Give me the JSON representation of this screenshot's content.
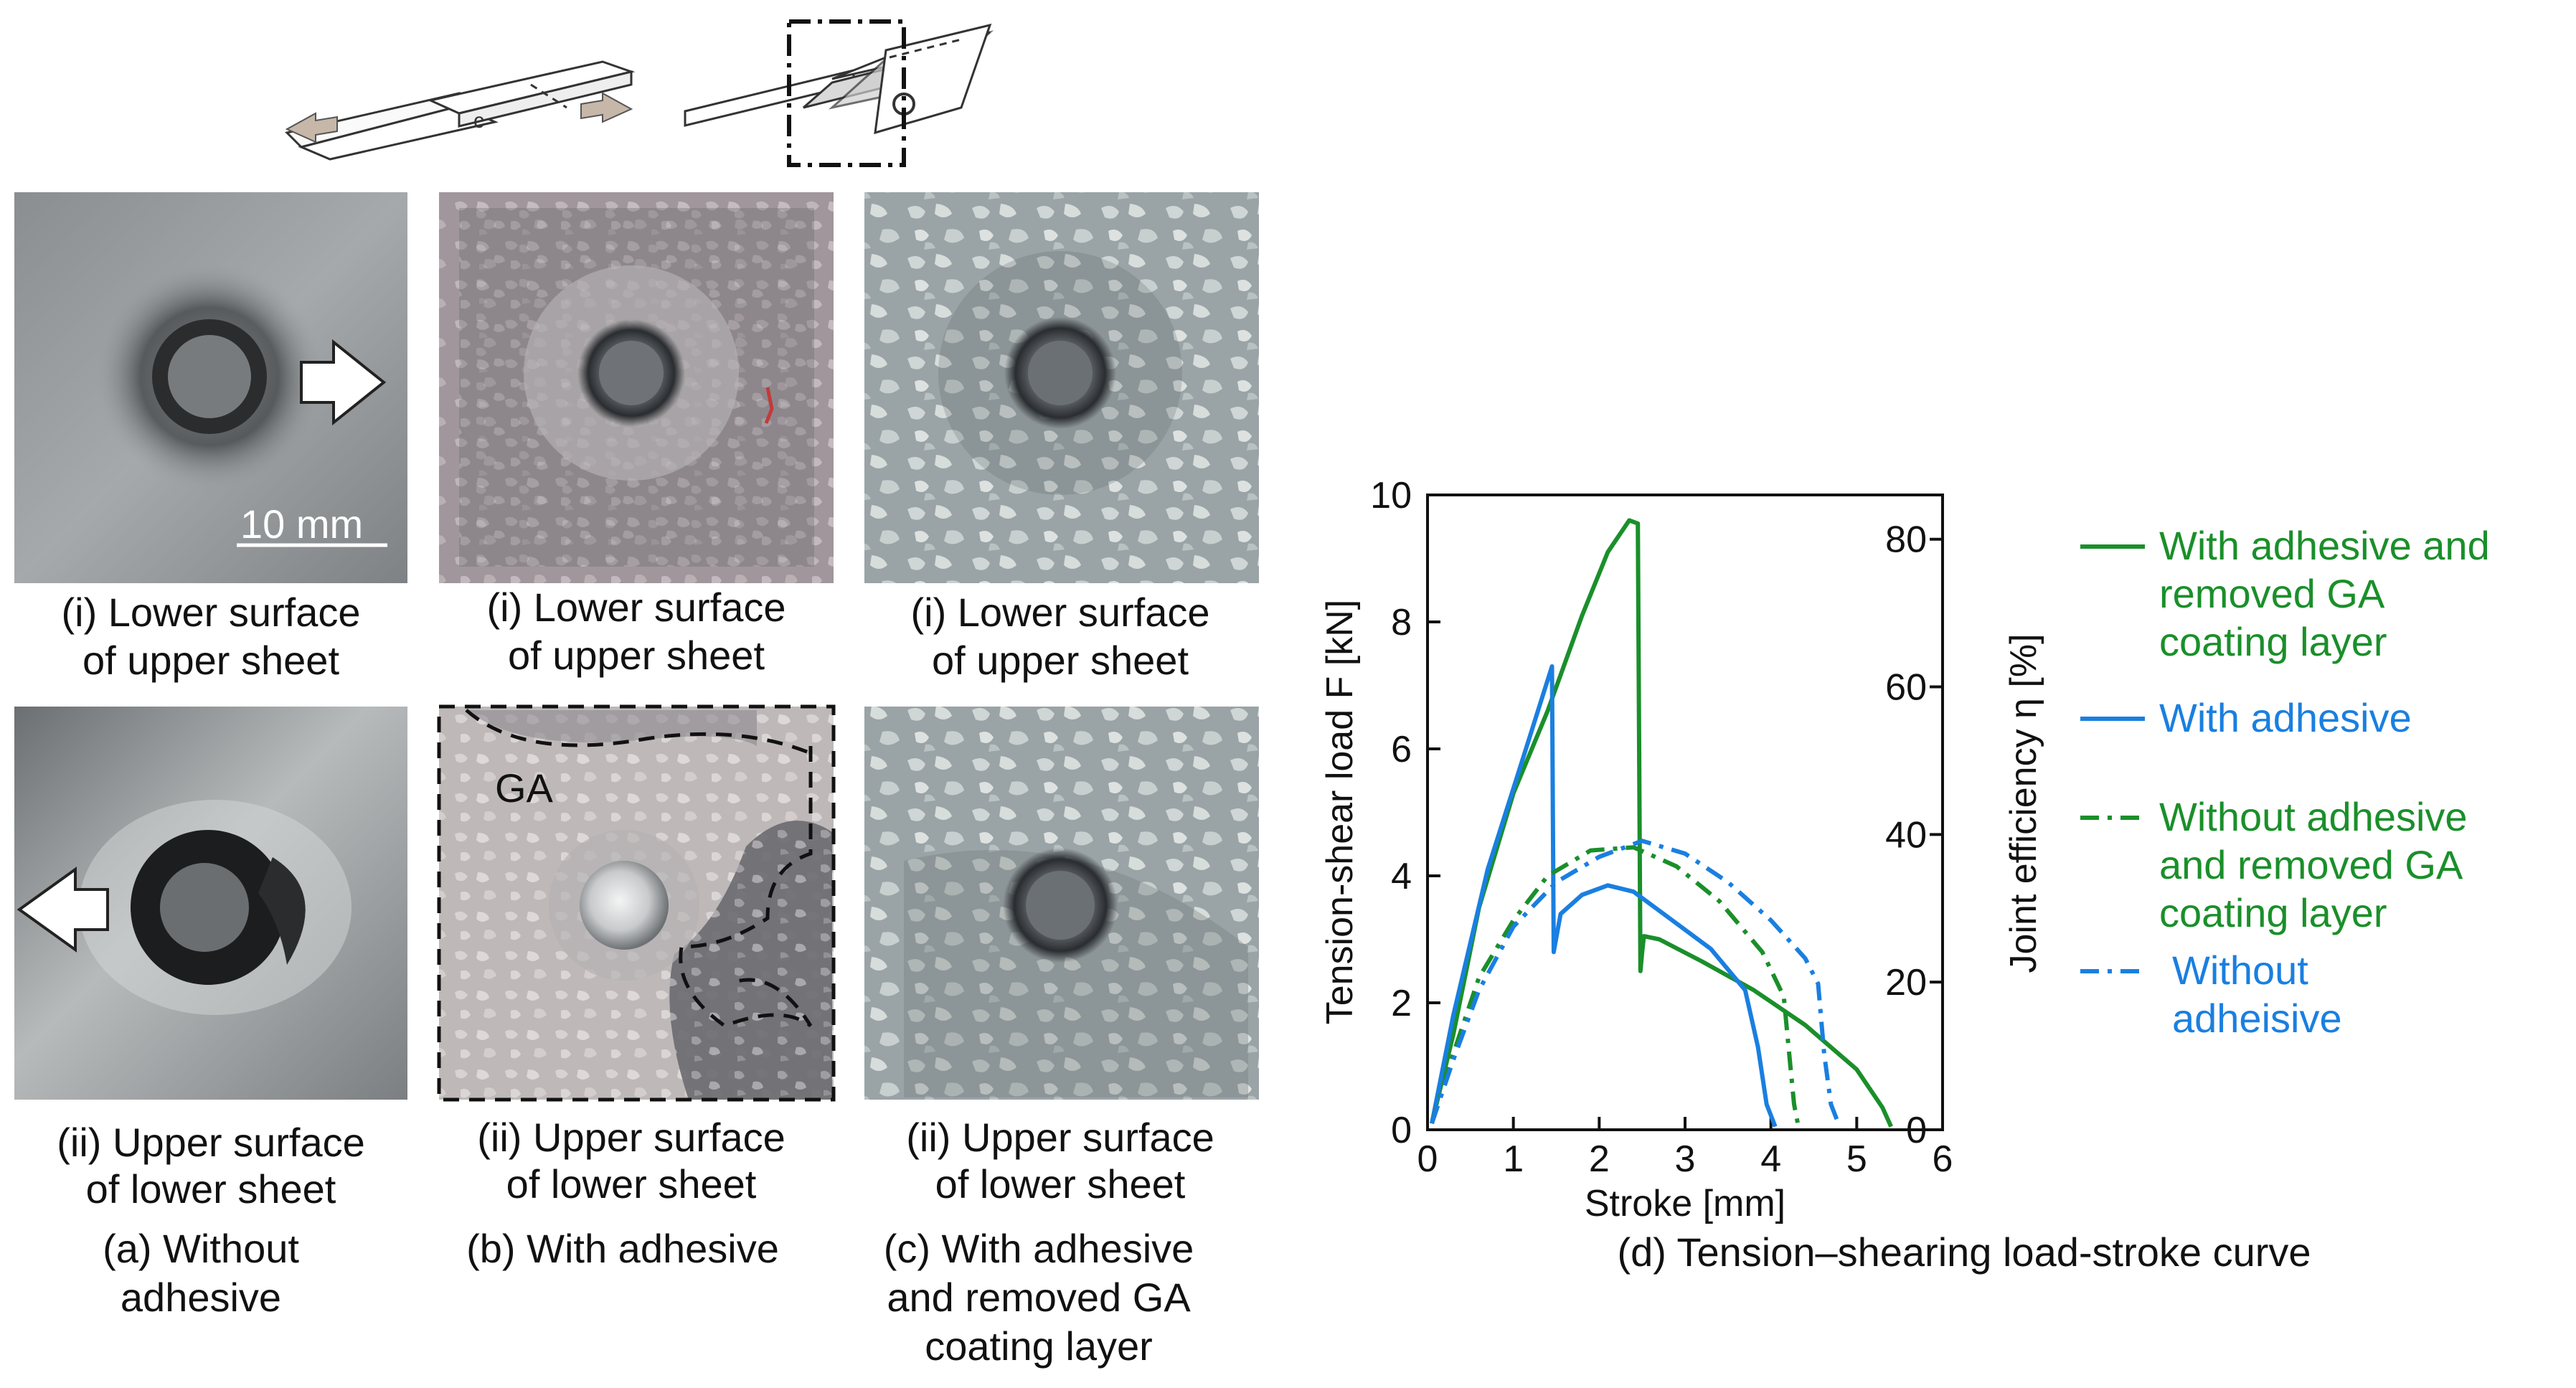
{
  "figure": {
    "schematic_labels": {
      "region_label": "GA"
    },
    "panels": [
      {
        "photo_upper_caption": [
          "(i) Lower surface",
          "of upper sheet"
        ],
        "photo_lower_caption": [
          "(ii) Upper surface",
          "of lower sheet"
        ],
        "panel_caption": [
          "(a) Without",
          "adhesive"
        ],
        "scale_bar_label": "10 mm"
      },
      {
        "photo_upper_caption": [
          "(i) Lower surface",
          "of upper sheet"
        ],
        "photo_lower_caption": [
          "(ii) Upper surface",
          "of lower sheet"
        ],
        "panel_caption": [
          "(b) With adhesive"
        ]
      },
      {
        "photo_upper_caption": [
          "(i) Lower surface",
          "of upper sheet"
        ],
        "photo_lower_caption": [
          "(ii) Upper surface",
          "of lower sheet"
        ],
        "panel_caption": [
          "(c) With adhesive",
          "and removed GA",
          "coating layer"
        ]
      }
    ],
    "panel_d_caption": "(d) Tension–shearing load-stroke curve",
    "colors": {
      "green": "#1a8f2a",
      "blue": "#1a7fe0"
    }
  },
  "chart_data": {
    "type": "line",
    "xlabel": "Stroke [mm]",
    "ylabel": "Tension-shear load F [kN]",
    "ylabel_right": "Joint efficiency η [%]",
    "xlim": [
      0,
      6
    ],
    "ylim": [
      0,
      10
    ],
    "ylim_right": [
      0,
      86
    ],
    "x_ticks": [
      "0",
      "1",
      "2",
      "3",
      "4",
      "5",
      "6"
    ],
    "y_ticks": [
      "0",
      "2",
      "4",
      "6",
      "8",
      "10"
    ],
    "y_ticks_right": [
      "0",
      "20",
      "40",
      "60",
      "80"
    ],
    "series": [
      {
        "name": "With adhesive and removed GA coating layer",
        "label_lines": [
          "With adhesive and",
          "removed GA",
          "coating layer"
        ],
        "color": "#1a8f2a",
        "style": "solid",
        "x": [
          0.05,
          0.3,
          0.6,
          1.0,
          1.4,
          1.8,
          2.1,
          2.35,
          2.45,
          2.48,
          2.5,
          2.52,
          2.7,
          3.2,
          3.8,
          4.4,
          5.0,
          5.3,
          5.4
        ],
        "y": [
          0.1,
          1.5,
          3.5,
          5.3,
          6.6,
          8.1,
          9.1,
          9.6,
          9.55,
          2.5,
          2.8,
          3.05,
          3.0,
          2.65,
          2.2,
          1.65,
          0.95,
          0.35,
          0.05
        ]
      },
      {
        "name": "With adhesive",
        "label_lines": [
          "With adhesive"
        ],
        "color": "#1a7fe0",
        "style": "solid",
        "x": [
          0.05,
          0.3,
          0.7,
          1.1,
          1.45,
          1.47,
          1.55,
          1.8,
          2.1,
          2.4,
          2.8,
          3.3,
          3.7,
          3.85,
          3.95,
          4.05
        ],
        "y": [
          0.1,
          1.8,
          4.1,
          5.8,
          7.3,
          2.8,
          3.4,
          3.7,
          3.85,
          3.75,
          3.35,
          2.85,
          2.2,
          1.3,
          0.4,
          0.05
        ]
      },
      {
        "name": "Without adhesive and removed GA coating layer",
        "label_lines": [
          "Without adhesive",
          "and removed GA",
          "coating layer"
        ],
        "color": "#1a8f2a",
        "style": "dashdot",
        "x": [
          0.05,
          0.3,
          0.6,
          1.0,
          1.4,
          1.9,
          2.4,
          2.9,
          3.4,
          3.9,
          4.15,
          4.22,
          4.27,
          4.32
        ],
        "y": [
          0.1,
          1.2,
          2.4,
          3.3,
          4.0,
          4.4,
          4.45,
          4.15,
          3.6,
          2.8,
          2.1,
          1.1,
          0.4,
          0.05
        ]
      },
      {
        "name": "Without adheisive",
        "label_lines": [
          "Without",
          "adheisive"
        ],
        "color": "#1a7fe0",
        "style": "dashdot",
        "x": [
          0.05,
          0.3,
          0.6,
          1.0,
          1.5,
          2.0,
          2.5,
          3.0,
          3.5,
          4.0,
          4.4,
          4.55,
          4.62,
          4.7,
          4.8
        ],
        "y": [
          0.1,
          1.1,
          2.2,
          3.2,
          3.9,
          4.3,
          4.55,
          4.35,
          3.9,
          3.3,
          2.7,
          2.3,
          1.2,
          0.4,
          0.05
        ]
      }
    ]
  }
}
